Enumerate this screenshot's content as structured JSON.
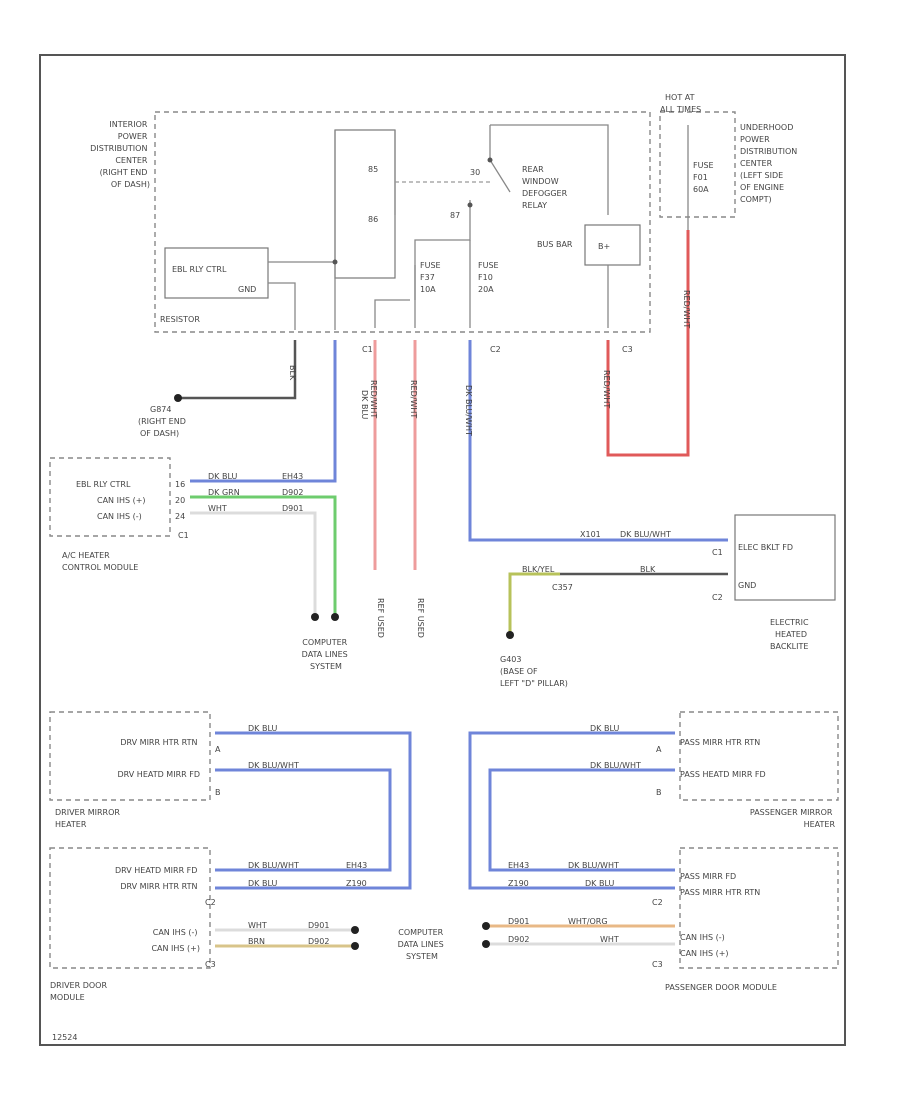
{
  "labels": {
    "ipdc": [
      "INTERIOR",
      "POWER",
      "DISTRIBUTION",
      "CENTER",
      "(RIGHT END",
      "OF DASH)"
    ],
    "hot_at": [
      "HOT AT",
      "ALL TIMES"
    ],
    "updc": [
      "UNDERHOOD",
      "POWER",
      "DISTRIBUTION",
      "CENTER",
      "(LEFT SIDE",
      "OF ENGINE",
      "COMPT)"
    ],
    "relay": [
      "REAR",
      "WINDOW",
      "DEFOGGER",
      "RELAY"
    ],
    "pin30": "30",
    "pin85": "85",
    "pin86": "86",
    "pin87": "87",
    "fuse_f37": [
      "FUSE",
      "F37",
      "10A"
    ],
    "fuse_f10": [
      "FUSE",
      "F10",
      "20A"
    ],
    "fuse_f01": [
      "FUSE",
      "F01",
      "60A"
    ],
    "bus_bar": "BUS BAR",
    "b_plus": "B+",
    "ebl_rly_ctrl": "EBL RLY CTRL",
    "gnd": "GND",
    "resistor": "RESISTOR",
    "g874": [
      "G874",
      "(RIGHT END",
      "OF DASH)"
    ],
    "ac_module": [
      "EBL RLY CTRL",
      "CAN IHS (+)",
      "CAN IHS (-)"
    ],
    "ac_pins": [
      "16",
      "20",
      "24"
    ],
    "ac_name": [
      "A/C HEATER",
      "CONTROL MODULE"
    ],
    "c1": "C1",
    "c2": "C2",
    "c3": "C3",
    "computer_data": [
      "COMPUTER",
      "DATA LINES",
      "SYSTEM"
    ],
    "ref_used": "REF USED",
    "ebl_rly": [
      "ELEC BKLT FD",
      "GND"
    ],
    "c357": "C357",
    "electric_backlite": [
      "ELECTRIC",
      "HEATED",
      "BACKLITE"
    ],
    "g403": [
      "G403",
      "(BASE OF",
      "LEFT \"D\" PILLAR)"
    ],
    "drv_mirror": [
      "DRV MIRR HTR RTN",
      "DRV HEATD MIRR FD"
    ],
    "drv_mirror_name": [
      "DRIVER MIRROR",
      "HEATER"
    ],
    "pass_mirror": [
      "PASS MIRR HTR RTN",
      "PASS HEATD MIRR FD"
    ],
    "pass_mirror_name": [
      "PASSENGER MIRROR",
      "HEATER"
    ],
    "drv_door": [
      "DRV HEATD MIRR FD",
      "DRV MIRR HTR RTN",
      "CAN IHS (-)",
      "CAN IHS (+)"
    ],
    "drv_door_name": [
      "DRIVER DOOR",
      "MODULE"
    ],
    "pass_door": [
      "PASS MIRR FD",
      "PASS MIRR HTR RTN",
      "CAN IHS (-)",
      "CAN IHS (+)"
    ],
    "pass_door_name": "PASSENGER DOOR MODULE",
    "pin_a": "A",
    "pin_b": "B",
    "footer": "12524"
  },
  "wires": {
    "ebl": "DK BLU",
    "can_plus": "DK GRN",
    "can_minus": "WHT",
    "red1": "RED/WHT",
    "red2": "RED/WHT",
    "f10": "DK BLU/WHT",
    "bus": "RED/WHT",
    "updc": "RED/WHT",
    "gnd_g874": "BLK",
    "c1_wire": "DK BLU/WHT",
    "gnd_wire": "BLK",
    "gnd_yg": "BLK/YEL",
    "mirr": [
      "DK BLU",
      "DK BLU/WHT"
    ],
    "door_can_l": [
      "WHT",
      "BRN"
    ],
    "door_can_r": [
      "WHT/ORG",
      "WHT"
    ]
  },
  "circuits": {
    "e143": "EH43",
    "x101": "X101",
    "d903": "D902",
    "z190": "Z190",
    "d901": "D901",
    "d902": "D902",
    "c2": "C2",
    "c1": "C1"
  },
  "colors": {
    "blue": "#6f85d9",
    "red": "#e05a5a",
    "pink": "#ee9c9c",
    "green": "#6ecc6e",
    "orange": "#e8b886",
    "tan": "#d8c48a"
  }
}
